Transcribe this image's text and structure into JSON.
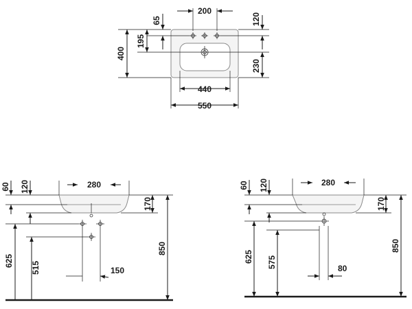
{
  "top_view": {
    "d200": "200",
    "d65": "65",
    "d120": "120",
    "d195": "195",
    "d400": "400",
    "d230": "230",
    "d440": "440",
    "d550": "550"
  },
  "left_view": {
    "d60": "60",
    "d120": "120",
    "d280": "280",
    "d170": "170",
    "d625": "625",
    "d515": "515",
    "d150": "150",
    "d850": "850"
  },
  "right_view": {
    "d60": "60",
    "d120": "120",
    "d280": "280",
    "d170": "170",
    "d625": "625",
    "d575": "575",
    "d80": "80",
    "d850": "850"
  }
}
